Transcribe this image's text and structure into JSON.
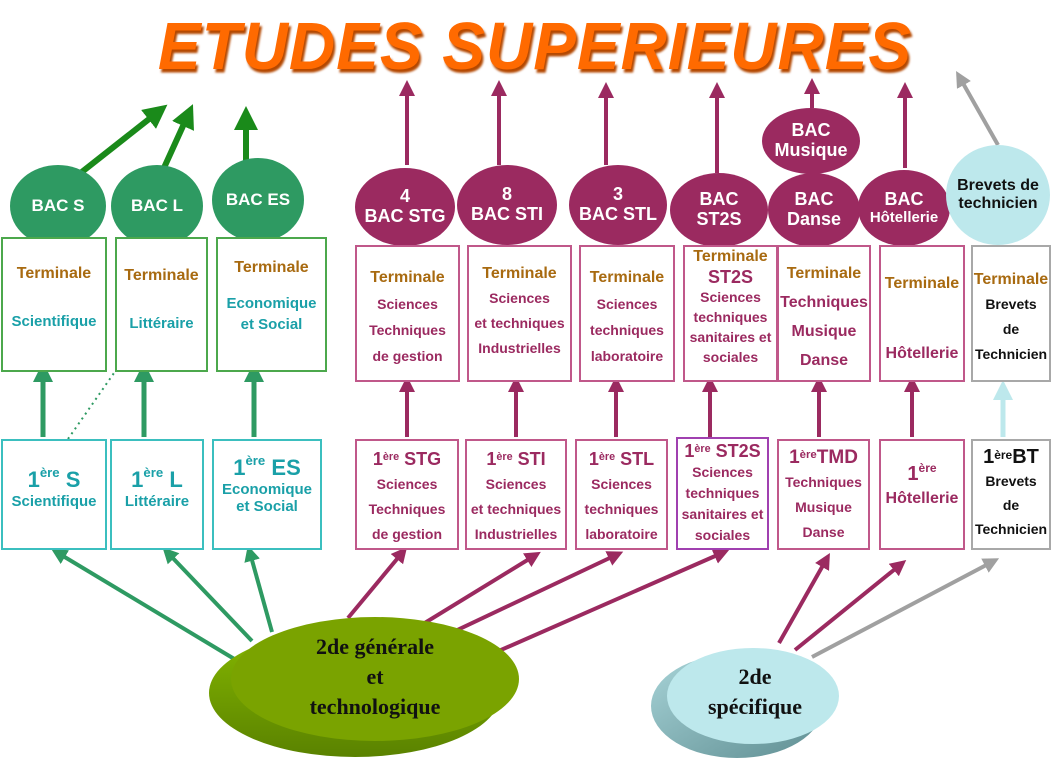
{
  "title": "ETUDES SUPERIEURES",
  "colors": {
    "title": "#ff6a00",
    "general_track": "#2e9a62",
    "technological_track": "#9b2a60",
    "technician_track": "#bde8ec",
    "terminale_label": "#a86a10",
    "seconde_generale": "#7aa300",
    "seconde_specifique": "#bde8ec"
  },
  "bacs": [
    {
      "id": "s",
      "label": "BAC S"
    },
    {
      "id": "l",
      "label": "BAC L"
    },
    {
      "id": "es",
      "label": "BAC ES"
    },
    {
      "id": "stg",
      "count": "4",
      "label": "BAC STG"
    },
    {
      "id": "sti",
      "count": "8",
      "label": "BAC STI"
    },
    {
      "id": "stl",
      "count": "3",
      "label": "BAC STL"
    },
    {
      "id": "st2s",
      "line1": "BAC",
      "line2": "ST2S"
    },
    {
      "id": "musique",
      "line1": "BAC",
      "line2": "Musique"
    },
    {
      "id": "danse",
      "line1": "BAC",
      "line2": "Danse"
    },
    {
      "id": "hotellerie",
      "line1": "BAC",
      "line2": "Hôtellerie"
    },
    {
      "id": "bt",
      "line1": "Brevets de",
      "line2": "technicien"
    }
  ],
  "terminales": [
    {
      "label": "Terminale",
      "lines": [
        "Scientifique"
      ]
    },
    {
      "label": "Terminale",
      "lines": [
        "Littéraire"
      ]
    },
    {
      "label": "Terminale",
      "lines": [
        "Economique",
        "et Social"
      ]
    },
    {
      "label": "Terminale",
      "lines": [
        "Sciences",
        "Techniques",
        "de gestion"
      ]
    },
    {
      "label": "Terminale",
      "lines": [
        "Sciences",
        "et techniques",
        "Industrielles"
      ]
    },
    {
      "label": "Terminale",
      "lines": [
        "Sciences",
        "techniques",
        "laboratoire"
      ]
    },
    {
      "label": "Terminale",
      "sub": "ST2S",
      "lines": [
        "Sciences",
        "techniques",
        "sanitaires et",
        "sociales"
      ]
    },
    {
      "label": "Terminale",
      "lines": [
        "Techniques",
        "Musique",
        "Danse"
      ]
    },
    {
      "label": "Terminale",
      "lines": [
        "Hôtellerie"
      ]
    },
    {
      "label": "Terminale",
      "lines": [
        "Brevets",
        "de",
        "Technicien"
      ]
    }
  ],
  "premieres": [
    {
      "prefix": "1",
      "sup": "ère",
      "code": "S",
      "lines": [
        "Scientifique"
      ]
    },
    {
      "prefix": "1",
      "sup": "ère",
      "code": "L",
      "lines": [
        "Littéraire"
      ]
    },
    {
      "prefix": "1",
      "sup": "ère",
      "code": "ES",
      "lines": [
        "Economique",
        "et Social"
      ]
    },
    {
      "prefix": "1",
      "sup": "ère",
      "code": "STG",
      "lines": [
        "Sciences",
        "Techniques",
        "de gestion"
      ]
    },
    {
      "prefix": "1",
      "sup": "ère",
      "code": "STI",
      "lines": [
        "Sciences",
        "et techniques",
        "Industrielles"
      ]
    },
    {
      "prefix": "1",
      "sup": "ère",
      "code": "STL",
      "lines": [
        "Sciences",
        "techniques",
        "laboratoire"
      ]
    },
    {
      "prefix": "1",
      "sup": "ère",
      "code": "ST2S",
      "lines": [
        "Sciences",
        "techniques",
        "sanitaires et",
        "sociales"
      ]
    },
    {
      "prefix": "1",
      "sup": "ère",
      "code": "TMD",
      "lines": [
        "Techniques",
        "Musique",
        "Danse"
      ]
    },
    {
      "prefix": "1",
      "sup": "ère",
      "code": "",
      "lines": [
        "Hôtellerie"
      ]
    },
    {
      "prefix": "1",
      "sup": "ère",
      "code": "BT",
      "lines": [
        "Brevets",
        "de",
        "Technicien"
      ]
    }
  ],
  "secondes": {
    "generale": {
      "lines": [
        "2de générale",
        "et",
        "technologique"
      ]
    },
    "specifique": {
      "lines": [
        "2de",
        "spécifique"
      ]
    }
  }
}
